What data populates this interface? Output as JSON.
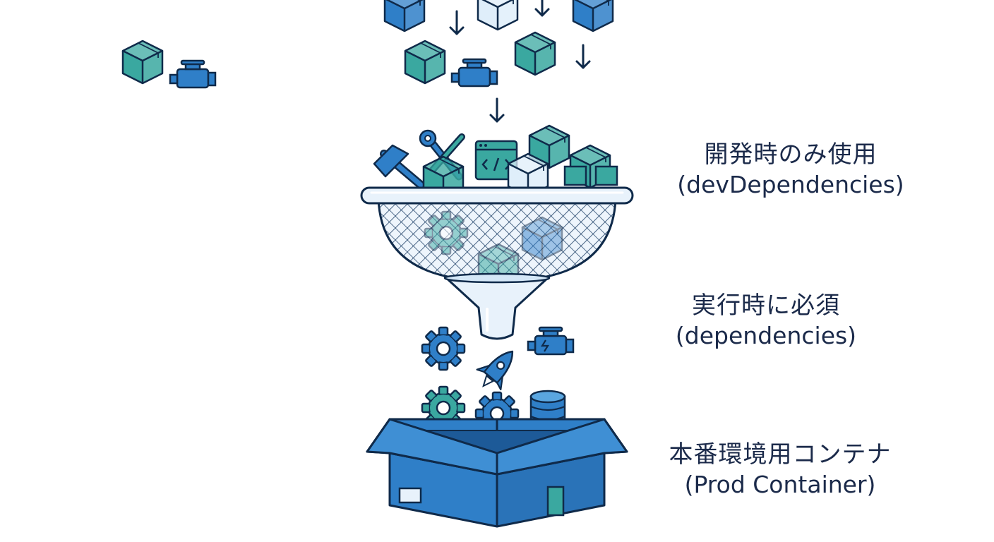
{
  "labels": {
    "dev": {
      "jp": "開発時のみ使用",
      "en": "(devDependencies)"
    },
    "dep": {
      "jp": "実行時に必須",
      "en": "(dependencies)"
    },
    "prod": {
      "jp": "本番環境用コンテナ",
      "en": "(Prod Container)"
    }
  },
  "colors": {
    "outline": "#0f2a4a",
    "blue": "#2f7fc8",
    "blue_light": "#5aa6e0",
    "teal": "#3aa8a0",
    "teal_light": "#63c7bd",
    "funnel": "#e8f2fb",
    "text": "#1b2a4a"
  }
}
